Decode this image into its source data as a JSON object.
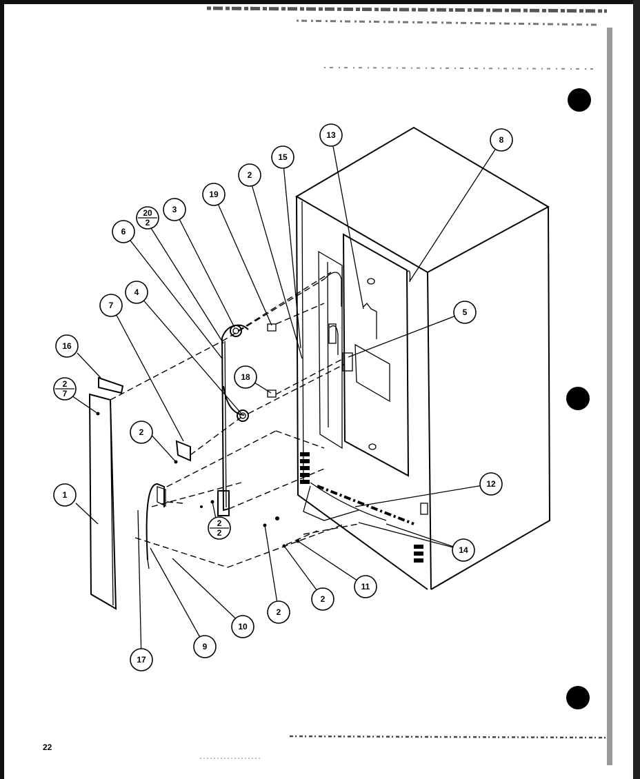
{
  "page_number": "22",
  "callouts": [
    {
      "id": "c1",
      "label": "1"
    },
    {
      "id": "c2a",
      "label": "2"
    },
    {
      "id": "c2b",
      "label": "2"
    },
    {
      "id": "c2c",
      "label": "2"
    },
    {
      "id": "c2d",
      "label": "2"
    },
    {
      "id": "c3",
      "label": "3"
    },
    {
      "id": "c4",
      "label": "4"
    },
    {
      "id": "c5",
      "label": "5"
    },
    {
      "id": "c6",
      "label": "6"
    },
    {
      "id": "c7",
      "label": "7"
    },
    {
      "id": "c8",
      "label": "8"
    },
    {
      "id": "c9",
      "label": "9"
    },
    {
      "id": "c10",
      "label": "10"
    },
    {
      "id": "c11",
      "label": "11"
    },
    {
      "id": "c12",
      "label": "12"
    },
    {
      "id": "c13",
      "label": "13"
    },
    {
      "id": "c14",
      "label": "14"
    },
    {
      "id": "c15",
      "label": "15"
    },
    {
      "id": "c16",
      "label": "16"
    },
    {
      "id": "c17",
      "label": "17"
    },
    {
      "id": "c18",
      "label": "18"
    },
    {
      "id": "c19",
      "label": "19"
    }
  ],
  "fraction_callouts": [
    {
      "id": "f2_7",
      "top": "2",
      "bottom": "7"
    },
    {
      "id": "f20_2",
      "top": "20",
      "bottom": "2"
    },
    {
      "id": "f2_2",
      "top": "2",
      "bottom": "2"
    }
  ]
}
